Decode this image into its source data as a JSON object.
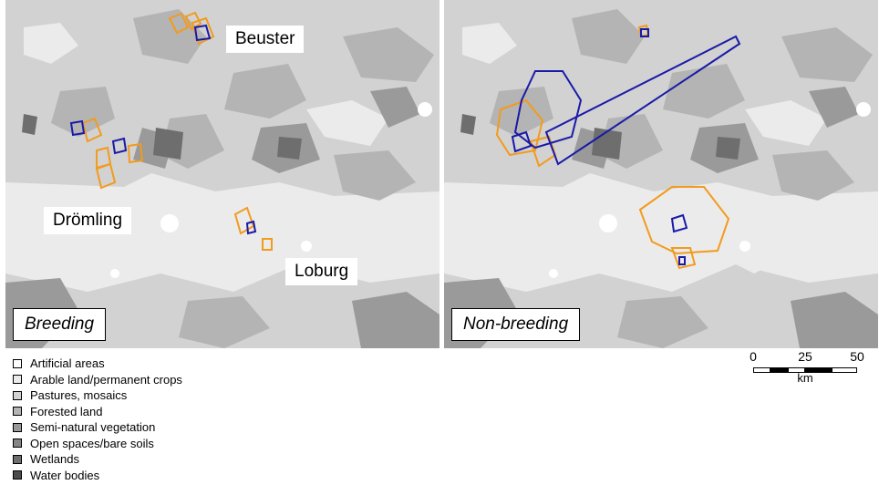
{
  "palette": {
    "artificial": "#ffffff",
    "arable": "#ebebeb",
    "pasture": "#d2d2d2",
    "forest": "#b4b4b4",
    "seminatural": "#9a9a9a",
    "openspace": "#858585",
    "wetland": "#6e6e6e",
    "water": "#4b4b4b",
    "breeding_home_range_color": "#f29b1d",
    "core_area_color": "#1a1aa8"
  },
  "panels": {
    "breeding": {
      "title": "Breeding",
      "labels": {
        "beuster": "Beuster",
        "dromling": "Drömling",
        "loburg": "Loburg"
      }
    },
    "nonbreeding": {
      "title": "Non-breeding"
    }
  },
  "legend": {
    "items": [
      {
        "label": "Artificial areas",
        "color_key": "artificial"
      },
      {
        "label": "Arable land/permanent crops",
        "color_key": "arable"
      },
      {
        "label": "Pastures, mosaics",
        "color_key": "pasture"
      },
      {
        "label": "Forested land",
        "color_key": "forest"
      },
      {
        "label": "Semi-natural vegetation",
        "color_key": "seminatural"
      },
      {
        "label": "Open spaces/bare soils",
        "color_key": "openspace"
      },
      {
        "label": "Wetlands",
        "color_key": "wetland"
      },
      {
        "label": "Water bodies",
        "color_key": "water"
      }
    ]
  },
  "scale_bar": {
    "ticks": [
      "0",
      "25",
      "50"
    ],
    "unit": "km"
  }
}
